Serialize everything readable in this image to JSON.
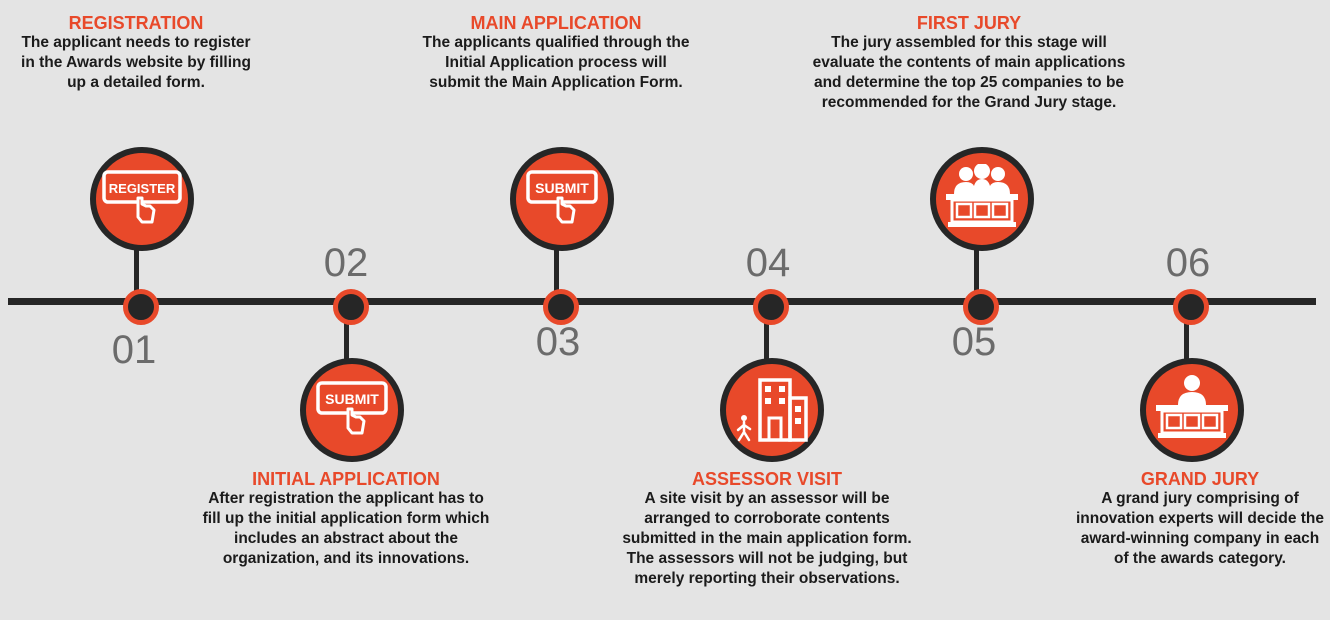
{
  "steps": [
    {
      "number": "01",
      "title": "REGISTRATION",
      "description": "The applicant needs to register in the Awards website by filling up a detailed form.",
      "icon": "register-button-icon",
      "icon_label": "REGISTER"
    },
    {
      "number": "02",
      "title": "INITIAL APPLICATION",
      "description": "After registration the applicant has to fill up the initial application form which includes an abstract about the organization, and its innovations.",
      "icon": "submit-button-icon",
      "icon_label": "SUBMIT"
    },
    {
      "number": "03",
      "title": "MAIN APPLICATION",
      "description": "The applicants qualified through the Initial Application process will submit the Main Application Form.",
      "icon": "submit-button-icon",
      "icon_label": "SUBMIT"
    },
    {
      "number": "04",
      "title": "ASSESSOR VISIT",
      "description": "A site visit by an assessor will be arranged to corroborate contents submitted in the main application form. The assessors will not be judging, but merely reporting their observations.",
      "icon": "building-visit-icon"
    },
    {
      "number": "05",
      "title": "FIRST JURY",
      "description": "The jury assembled for this stage will evaluate the contents of main applications and determine the top 25 companies to be recommended for the Grand Jury stage.",
      "icon": "jury-panel-icon"
    },
    {
      "number": "06",
      "title": "GRAND JURY",
      "description": "A grand jury comprising of innovation experts will decide the award-winning company in each of the awards category.",
      "icon": "grand-jury-icon"
    }
  ],
  "colors": {
    "accent": "#e8492a",
    "line": "#262626",
    "number": "#6b6b6b",
    "background": "#e4e4e4"
  }
}
